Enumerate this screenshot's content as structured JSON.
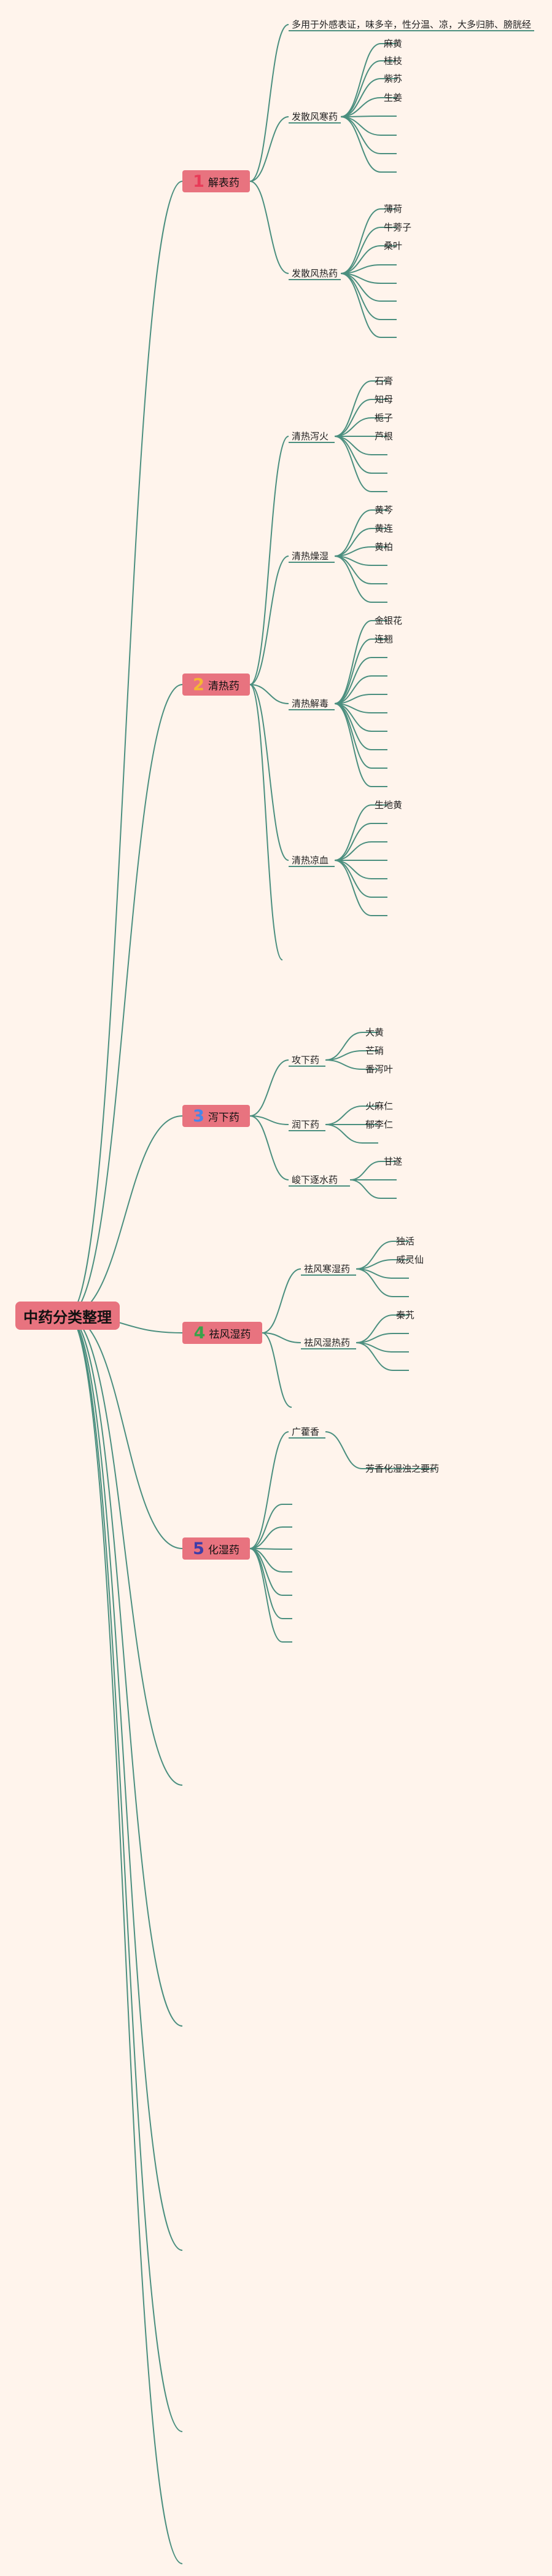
{
  "root": {
    "label": "中药分类整理"
  },
  "categories": [
    {
      "num": "1",
      "label": "解表药",
      "color": "#e83b58"
    },
    {
      "num": "2",
      "label": "清热药",
      "color": "#f6b733"
    },
    {
      "num": "3",
      "label": "泻下药",
      "color": "#4a86e8"
    },
    {
      "num": "4",
      "label": "祛风湿药",
      "color": "#3aa24a"
    },
    {
      "num": "5",
      "label": "化湿药",
      "color": "#3f3da8"
    }
  ],
  "nodes": [
    {
      "key": "c1_note",
      "label": "多用于外感表证，味多辛，性分温、凉，大多归肺、膀胱经"
    },
    {
      "key": "c1_s1",
      "label": "发散风寒药"
    },
    {
      "key": "c1_s1_1",
      "label": "麻黄"
    },
    {
      "key": "c1_s1_2",
      "label": "桂枝"
    },
    {
      "key": "c1_s1_3",
      "label": "紫苏"
    },
    {
      "key": "c1_s1_4",
      "label": "生姜"
    },
    {
      "key": "c1_s2",
      "label": "发散风热药"
    },
    {
      "key": "c1_s2_1",
      "label": "薄荷"
    },
    {
      "key": "c1_s2_2",
      "label": "牛蒡子"
    },
    {
      "key": "c1_s2_3",
      "label": "桑叶"
    },
    {
      "key": "c2_s1",
      "label": "清热泻火"
    },
    {
      "key": "c2_s1_1",
      "label": "石膏"
    },
    {
      "key": "c2_s1_2",
      "label": "知母"
    },
    {
      "key": "c2_s1_3",
      "label": "栀子"
    },
    {
      "key": "c2_s1_4",
      "label": "芦根"
    },
    {
      "key": "c2_s2",
      "label": "清热燥湿"
    },
    {
      "key": "c2_s2_1",
      "label": "黄芩"
    },
    {
      "key": "c2_s2_2",
      "label": "黄连"
    },
    {
      "key": "c2_s2_3",
      "label": "黄柏"
    },
    {
      "key": "c2_s3",
      "label": "清热解毒"
    },
    {
      "key": "c2_s3_1",
      "label": "金银花"
    },
    {
      "key": "c2_s3_2",
      "label": "连翘"
    },
    {
      "key": "c2_s4",
      "label": "清热凉血"
    },
    {
      "key": "c2_s4_1",
      "label": "生地黄"
    },
    {
      "key": "c3_s1",
      "label": "攻下药"
    },
    {
      "key": "c3_s1_1",
      "label": "大黄"
    },
    {
      "key": "c3_s1_2",
      "label": "芒硝"
    },
    {
      "key": "c3_s1_3",
      "label": "番泻叶"
    },
    {
      "key": "c3_s2",
      "label": "润下药"
    },
    {
      "key": "c3_s2_1",
      "label": "火麻仁"
    },
    {
      "key": "c3_s2_2",
      "label": "郁李仁"
    },
    {
      "key": "c3_s3",
      "label": "峻下逐水药"
    },
    {
      "key": "c3_s3_1",
      "label": "甘遂"
    },
    {
      "key": "c4_s1",
      "label": "祛风寒湿药"
    },
    {
      "key": "c4_s1_1",
      "label": "独活"
    },
    {
      "key": "c4_s1_2",
      "label": "威灵仙"
    },
    {
      "key": "c4_s2",
      "label": "祛风湿热药"
    },
    {
      "key": "c4_s2_1",
      "label": "秦艽"
    },
    {
      "key": "c5_s1",
      "label": "广藿香"
    },
    {
      "key": "c5_s1_1",
      "label": "芳香化湿浊之要药"
    }
  ]
}
